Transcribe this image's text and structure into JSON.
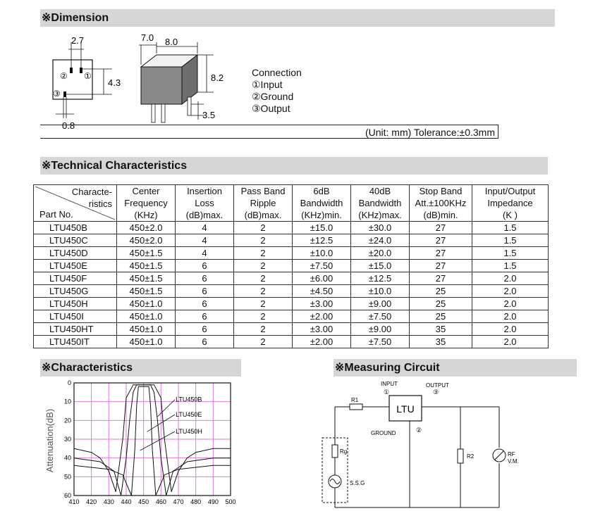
{
  "sections": {
    "dimension": "※Dimension",
    "technical": "※Technical Characteristics",
    "characteristics": "※Characteristics",
    "measuring": "※Measuring Circuit"
  },
  "dimension": {
    "top_w": "2.7",
    "side_h": "4.3",
    "bottom_w": "0.8",
    "pin1": "①",
    "pin2": "②",
    "pin3": "③",
    "dim_a": "7.0",
    "dim_b": "8.0",
    "dim_h": "8.2",
    "dim_pin": "3.5",
    "connection_title": "Connection",
    "conn1": "①Input",
    "conn2": "②Ground",
    "conn3": "③Output",
    "unit_note": "(Unit: mm) Tolerance:±0.3mm"
  },
  "table": {
    "diag_top_1": "Characte-",
    "diag_top_2": "ristics",
    "diag_bottom": "Part No.",
    "headers": [
      [
        "Center",
        "Frequency",
        "(KHz)"
      ],
      [
        "Insertion",
        "Loss",
        "(dB)max."
      ],
      [
        "Pass Band",
        "Ripple",
        "(dB)max."
      ],
      [
        "6dB",
        "Bandwidth",
        "(KHz)min."
      ],
      [
        "40dB",
        "Bandwidth",
        "(KHz)max."
      ],
      [
        "Stop Band",
        "Att.±100KHz",
        "(dB)min."
      ],
      [
        "Input/Output",
        "Impedance",
        "(K   )"
      ]
    ],
    "rows": [
      [
        "LTU450B",
        "450±2.0",
        "4",
        "2",
        "±15.0",
        "±30.0",
        "27",
        "1.5"
      ],
      [
        "LTU450C",
        "450±2.0",
        "4",
        "2",
        "±12.5",
        "±24.0",
        "27",
        "1.5"
      ],
      [
        "LTU450D",
        "450±1.5",
        "4",
        "2",
        "±10.0",
        "±20.0",
        "27",
        "1.5"
      ],
      [
        "LTU450E",
        "450±1.5",
        "6",
        "2",
        "±7.50",
        "±15.0",
        "27",
        "1.5"
      ],
      [
        "LTU450F",
        "450±1.5",
        "6",
        "2",
        "±6.00",
        "±12.5",
        "27",
        "2.0"
      ],
      [
        "LTU450G",
        "450±1.5",
        "6",
        "2",
        "±4.50",
        "±10.0",
        "25",
        "2.0"
      ],
      [
        "LTU450H",
        "450±1.0",
        "6",
        "2",
        "±3.00",
        "±9.00",
        "25",
        "2.0"
      ],
      [
        "LTU450I",
        "450±1.0",
        "6",
        "2",
        "±2.00",
        "±7.50",
        "25",
        "2.0"
      ],
      [
        "LTU450HT",
        "450±1.0",
        "6",
        "2",
        "±3.00",
        "±9.00",
        "35",
        "2.0"
      ],
      [
        "LTU450IT",
        "450±1.0",
        "6",
        "2",
        "±2.00",
        "±7.50",
        "35",
        "2.0"
      ]
    ]
  },
  "chart_data": {
    "type": "line",
    "ylabel": "Attenuation(dB)",
    "x_ticks": [
      "410",
      "420",
      "430",
      "440",
      "450",
      "460",
      "470",
      "480",
      "490",
      "500"
    ],
    "y_ticks": [
      "0",
      "10",
      "20",
      "30",
      "40",
      "50",
      "60"
    ],
    "xlim": [
      410,
      500
    ],
    "ylim": [
      0,
      60
    ],
    "grid": true,
    "series": [
      {
        "name": "LTU450B",
        "x": [
          410,
          420,
          425,
          430,
          434,
          438,
          440,
          444,
          456,
          460,
          462,
          466,
          470,
          475,
          480,
          490,
          500
        ],
        "y": [
          35,
          37,
          40,
          47,
          58,
          30,
          8,
          1,
          1,
          8,
          30,
          58,
          47,
          40,
          37,
          35,
          35
        ]
      },
      {
        "name": "LTU450E",
        "x": [
          410,
          425,
          433,
          437,
          440,
          442,
          444,
          446,
          454,
          456,
          458,
          460,
          463,
          467,
          475,
          490,
          500
        ],
        "y": [
          40,
          42,
          47,
          60,
          40,
          20,
          5,
          1,
          1,
          5,
          20,
          40,
          60,
          47,
          42,
          40,
          40
        ]
      },
      {
        "name": "LTU450H",
        "x": [
          410,
          430,
          438,
          443,
          445,
          446,
          447,
          453,
          454,
          455,
          457,
          462,
          470,
          490,
          500
        ],
        "y": [
          44,
          46,
          49,
          60,
          35,
          12,
          2,
          2,
          12,
          35,
          60,
          49,
          46,
          44,
          44
        ]
      }
    ]
  },
  "circuit": {
    "input_label": "INPUT",
    "input_num": "①",
    "output_label": "OUTPUT",
    "output_num": "③",
    "ltu_label": "LTU",
    "ground_label": "GROUND",
    "ground_num": "②",
    "r1": "R1",
    "rg": "Rg",
    "r2": "R2",
    "rf": "RF",
    "vm": "V.M.",
    "ssg": "S.S.G"
  }
}
